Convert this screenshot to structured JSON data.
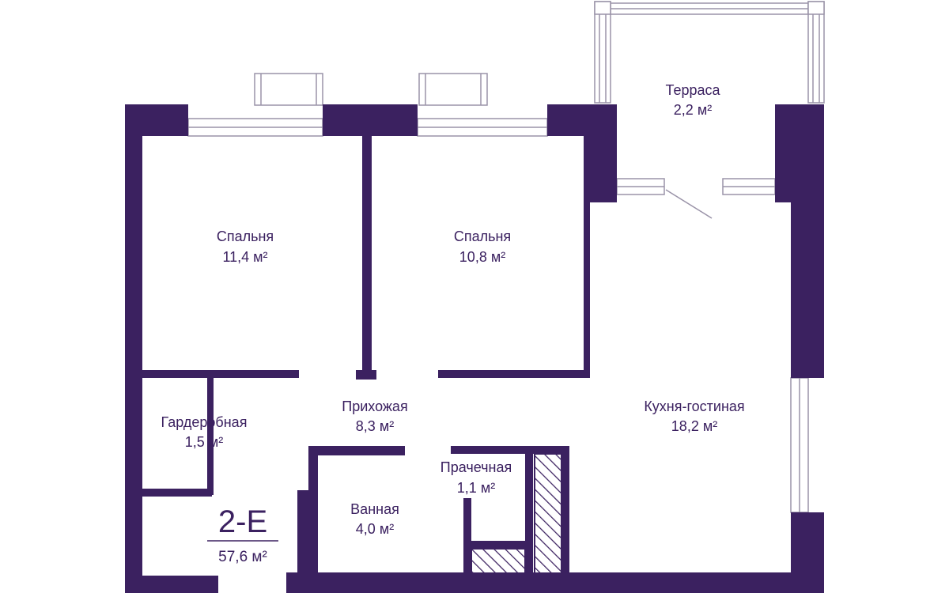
{
  "colors": {
    "wall": "#3b2160",
    "text": "#3b2160",
    "window_line": "#9a93a8",
    "hatch": "#3b2160"
  },
  "apartment": {
    "code": "2-E",
    "total_area": "57,6 м²"
  },
  "rooms": [
    {
      "id": "terrace",
      "name": "Терраса",
      "area": "2,2 м²"
    },
    {
      "id": "bedroom1",
      "name": "Спальня",
      "area": "11,4 м²"
    },
    {
      "id": "bedroom2",
      "name": "Спальня",
      "area": "10,8 м²"
    },
    {
      "id": "hallway",
      "name": "Прихожая",
      "area": "8,3 м²"
    },
    {
      "id": "wardrobe",
      "name": "Гардеробная",
      "area": "1,5 м²"
    },
    {
      "id": "kitchen",
      "name": "Кухня-гостиная",
      "area": "18,2 м²"
    },
    {
      "id": "laundry",
      "name": "Прачечная",
      "area": "1,1 м²"
    },
    {
      "id": "bathroom",
      "name": "Ванная",
      "area": "4,0 м²"
    }
  ]
}
